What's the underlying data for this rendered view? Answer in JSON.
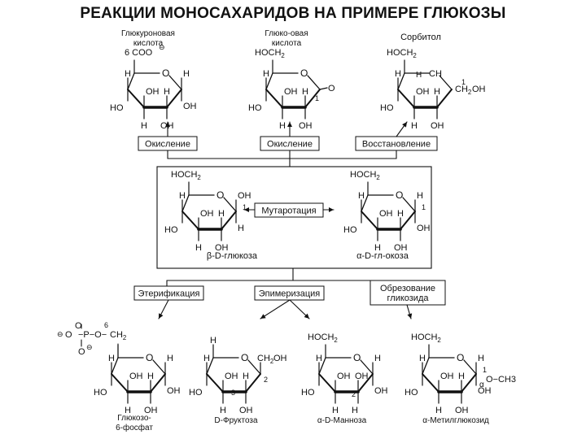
{
  "title": "РЕАКЦИИ МОНОСАХАРИДОВ  НА ПРИМЕРЕ ГЛЮКОЗЫ",
  "top_products": [
    {
      "name_line1": "Глюкуроновая",
      "name_line2": "кислота",
      "group": "6 COO",
      "charge": "⊖"
    },
    {
      "name_line1": "Глюко-овая",
      "name_line2": "кислота",
      "group": "HOCH2"
    },
    {
      "name_line1": "Сорбитол",
      "name_line2": "",
      "group": "HOCH2",
      "extra_ch": "CH",
      "extra_ch2oh": "CH2OH"
    }
  ],
  "reactions_top": [
    "Окисление",
    "Окисление",
    "Восстановление"
  ],
  "central": {
    "mutarotation": "Мутаротация",
    "beta_label": "β-D-глюкоза",
    "alpha_label": "α-D-гл-окоза",
    "group": "HOCH2"
  },
  "reactions_bottom": [
    "Этерификация",
    "Эпимеризация",
    "Обрезование гликозида"
  ],
  "bottom_products": [
    {
      "name_line1": "Глюкозо-",
      "name_line2": "6-фосфат"
    },
    {
      "name_line1": "D-Фруктоза",
      "name_line2": ""
    },
    {
      "name_line1": "α-D-Манноза",
      "name_line2": ""
    },
    {
      "name_line1": "α-Метилглюкозид",
      "name_line2": ""
    }
  ],
  "atoms": {
    "H": "H",
    "OH": "OH",
    "HO": "HO",
    "O": "O",
    "P": "P",
    "CH2": "CH2",
    "CH2OH": "CH2OH",
    "OCH3": "O−CH3",
    "alpha": "α"
  },
  "numbers": {
    "n1": "1",
    "n2": "2",
    "n3": "3",
    "n6": "6"
  }
}
